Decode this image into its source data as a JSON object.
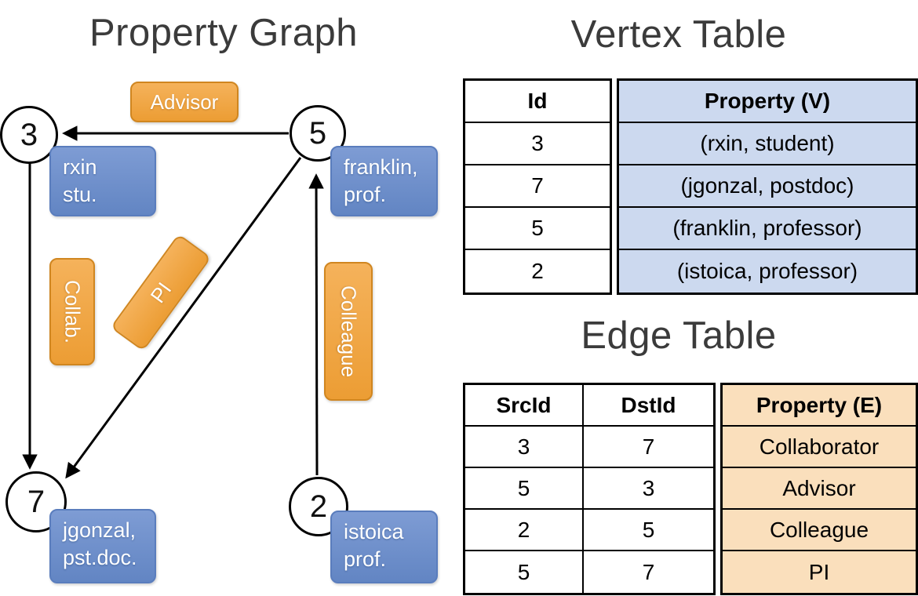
{
  "colors": {
    "title_color": "#3b3b3b",
    "edge_label_fill": "#f0a445",
    "edge_label_border": "#d08620",
    "vertex_label_fill": "#7191c9",
    "vertex_label_border": "#5a7dbd",
    "vertex_table_fill": "#ccd9ef",
    "edge_table_fill": "#fadfbc",
    "table_border": "#000000"
  },
  "graph": {
    "title": "Property Graph",
    "nodes": {
      "n3": "3",
      "n5": "5",
      "n7": "7",
      "n2": "2"
    },
    "edge_labels": {
      "advisor": "Advisor",
      "collab": "Collab.",
      "pi": "PI",
      "colleague": "Colleague"
    },
    "vertex_labels": {
      "v3_line1": "rxin",
      "v3_line2": "stu.",
      "v5_line1": "franklin,",
      "v5_line2": "prof.",
      "v7_line1": "jgonzal,",
      "v7_line2": "pst.doc.",
      "v2_line1": "istoica",
      "v2_line2": "prof."
    }
  },
  "vertex_table": {
    "title": "Vertex Table",
    "columns": [
      "Id",
      "Property (V)"
    ],
    "rows": [
      {
        "id": "3",
        "property": "(rxin, student)"
      },
      {
        "id": "7",
        "property": "(jgonzal, postdoc)"
      },
      {
        "id": "5",
        "property": "(franklin, professor)"
      },
      {
        "id": "2",
        "property": "(istoica, professor)"
      }
    ]
  },
  "edge_table": {
    "title": "Edge Table",
    "columns": [
      "SrcId",
      "DstId",
      "Property (E)"
    ],
    "rows": [
      {
        "src": "3",
        "dst": "7",
        "property": "Collaborator"
      },
      {
        "src": "5",
        "dst": "3",
        "property": "Advisor"
      },
      {
        "src": "2",
        "dst": "5",
        "property": "Colleague"
      },
      {
        "src": "5",
        "dst": "7",
        "property": "PI"
      }
    ]
  }
}
